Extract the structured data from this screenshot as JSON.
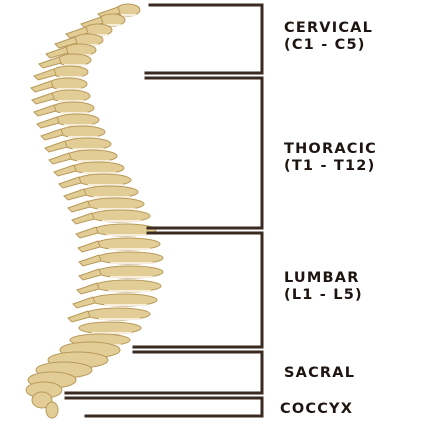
{
  "regions": [
    {
      "id": "cervical",
      "name": "CERVICAL",
      "range": "(C1 - C5)"
    },
    {
      "id": "thoracic",
      "name": "THORACIC",
      "range": "(T1 - T12)"
    },
    {
      "id": "lumbar",
      "name": "LUMBAR",
      "range": "(L1 - L5)"
    },
    {
      "id": "sacral",
      "name": "SACRAL",
      "range": ""
    },
    {
      "id": "coccyx",
      "name": "COCCYX",
      "range": ""
    }
  ],
  "colors": {
    "bone": "#e3cd96",
    "bone_shadow": "#b89a5a",
    "disc": "#f6eedb",
    "bracket": "#3a2a20",
    "text": "#1e1410"
  }
}
